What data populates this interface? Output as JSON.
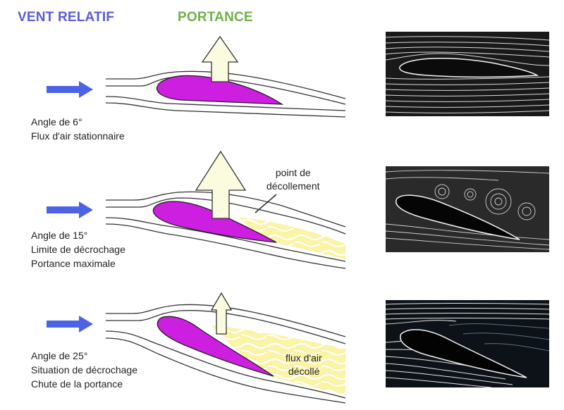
{
  "header": {
    "wind": "VENT RELATIF",
    "lift": "PORTANCE"
  },
  "panels": [
    {
      "lines": [
        "Angle de 6°",
        "Flux d'air stationnaire"
      ]
    },
    {
      "lines": [
        "Angle de 15°",
        "Limite de décrochage",
        "Portance maximale"
      ]
    },
    {
      "lines": [
        "Angle de 25°",
        "Situation de décrochage",
        "Chute de la portance"
      ]
    }
  ],
  "annotations": {
    "separation_point": [
      "point de",
      "décollement"
    ],
    "separated_flow": [
      "flux d'air",
      "décollé"
    ]
  },
  "colors": {
    "wind_arrow": "#4d63e6",
    "airfoil": "#cc1fe0",
    "lift_arrow": "#fbfbe0",
    "turbulence": "#fbf3a6"
  }
}
